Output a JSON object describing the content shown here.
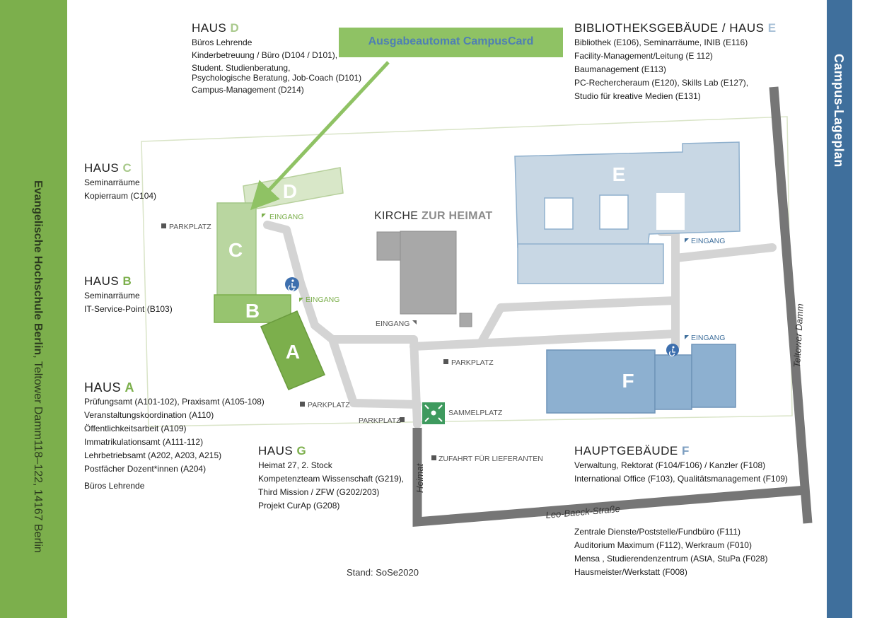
{
  "institution_name": "Evangelische Hochschule Berlin",
  "institution_address": "Teltower Damm118–122, 14167 Berlin",
  "plan_title": "Campus-Lageplan",
  "kiosk_label": "Ausgabeautomat CampusCard",
  "stand": "Stand: SoSe2020",
  "haus_word": "HAUS",
  "houses": {
    "d": {
      "letter": "D",
      "lines": [
        "Büros Lehrende",
        "Kinderbetreuung / Büro (D104 / D101),",
        "Student. Studienberatung,",
        "Psychologische Beratung, Job-Coach (D101)",
        "Campus-Management (D214)"
      ]
    },
    "c": {
      "letter": "C",
      "lines": [
        "Seminarräume",
        "Kopierraum (C104)"
      ]
    },
    "b": {
      "letter": "B",
      "lines": [
        "Seminarräume",
        "IT-Service-Point (B103)"
      ]
    },
    "a": {
      "letter": "A",
      "lines": [
        "Prüfungsamt (A101-102), Praxisamt (A105-108)",
        "Veranstaltungskoordination (A110)",
        "Öffentlichkeitsarbeit (A109)",
        "Immatrikulationsamt (A111-112)",
        "Lehrbetriebsamt (A202, A203, A215)",
        "Postfächer Dozent*innen (A204)",
        "Büros Lehrende"
      ]
    },
    "g": {
      "letter": "G",
      "lines": [
        "Heimat 27, 2. Stock",
        "Kompetenzteam Wissenschaft (G219),",
        "Third Mission / ZFW (G202/203)",
        "Projekt CurAp (G208)"
      ]
    },
    "e": {
      "head": "BIBLIOTHEKSGEBÄUDE / HAUS",
      "letter": "E",
      "lines": [
        "Bibliothek (E106), Seminarräume, INIB (E116)",
        "Facility-Management/Leitung (E 112)",
        "Baumanagement (E113)",
        "PC-Rechercheraum (E120), Skills Lab (E127),",
        "Studio für kreative Medien (E131)"
      ]
    },
    "f": {
      "head": "HAUPTGEBÄUDE",
      "letter": "F",
      "lines": [
        "Verwaltung, Rektorat  (F104/F106) / Kanzler (F108)",
        "International Office (F103), Qualitätsmanagement (F109)"
      ],
      "lines2": [
        "Zentrale Dienste/Poststelle/Fundbüro (F111)",
        "Auditorium Maximum (F112), Werkraum (F010)",
        "Mensa , Studierendenzentrum (AStA, StuPa (F028)",
        "Hausmeister/Werkstatt (F008)"
      ]
    }
  },
  "kirche": {
    "prefix": "KIRCHE",
    "name": "ZUR HEIMAT"
  },
  "map": {
    "building_letters": {
      "a": "A",
      "b": "B",
      "c": "C",
      "d": "D",
      "e": "E",
      "f": "F"
    },
    "labels": {
      "parkplatz": "PARKPLATZ",
      "eingang": "EINGANG",
      "sammelplatz": "SAMMELPLATZ",
      "zufahrt": "ZUFAHRT FÜR LIEFERANTEN"
    },
    "streets": {
      "teltower_damm": "Teltower Damm",
      "heimat": "Heimat",
      "leo_baeck": "Leo-Baeck-Straße"
    }
  },
  "colors": {
    "green": "#7caf4c",
    "light_green": "#a9c98c",
    "blue": "#7c9ec0",
    "path_gray": "#d4d4d4",
    "street_gray": "#767676",
    "church_gray": "#a8a8a8"
  }
}
